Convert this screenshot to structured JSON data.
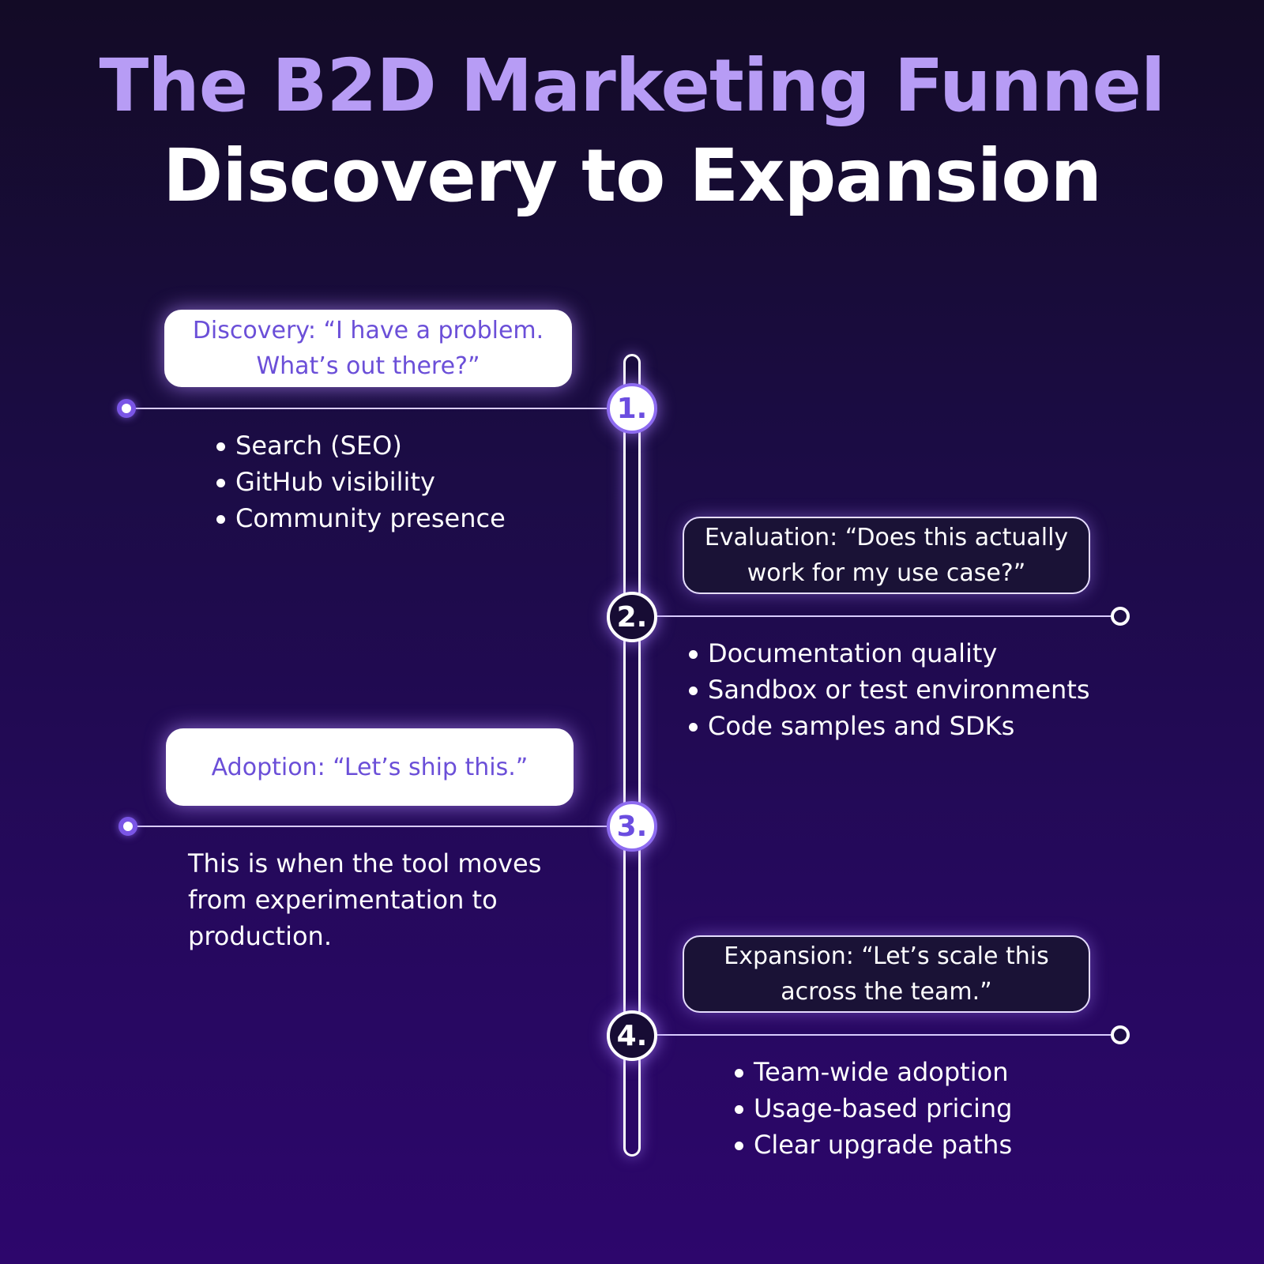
{
  "title": {
    "line1": "The B2D Marketing Funnel",
    "line2": "Discovery to Expansion"
  },
  "stages": [
    {
      "number": "1.",
      "label": "Discovery: “I have a problem. What’s out there?”",
      "bullets": [
        "Search (SEO)",
        "GitHub visibility",
        "Community presence"
      ]
    },
    {
      "number": "2.",
      "label": "Evaluation: “Does this actually work for my use case?”",
      "bullets": [
        "Documentation quality",
        "Sandbox or test environments",
        "Code samples and SDKs"
      ]
    },
    {
      "number": "3.",
      "label": "Adoption: “Let’s ship this.”",
      "description": "This is when the tool moves from experimentation to production."
    },
    {
      "number": "4.",
      "label": "Expansion: “Let’s scale this across the team.”",
      "bullets": [
        "Team-wide adoption",
        "Usage-based pricing",
        "Clear upgrade paths"
      ]
    }
  ],
  "colors": {
    "accent_purple": "#b79cf5",
    "label_purple": "#6b4fd8",
    "background_top": "#130b26",
    "background_bottom": "#2d066c"
  }
}
